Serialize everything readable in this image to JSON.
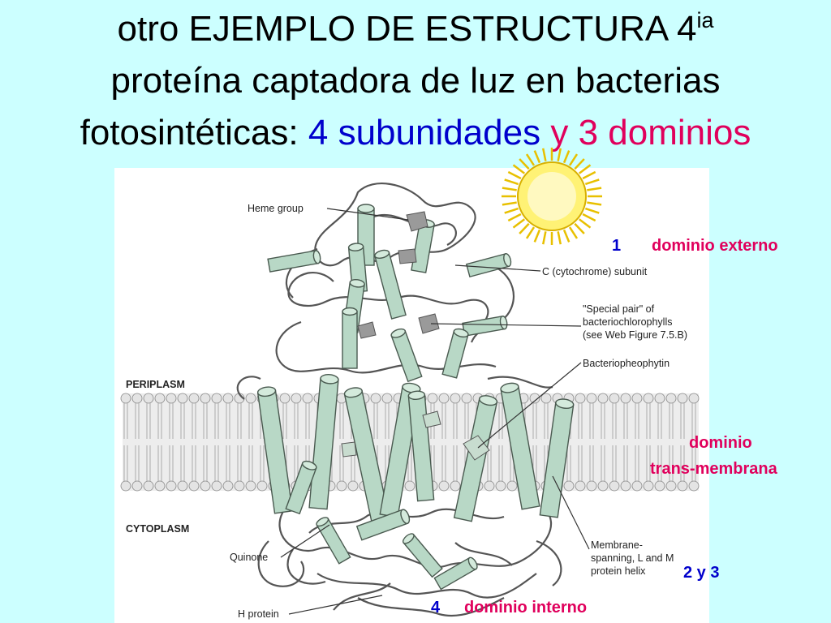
{
  "title": {
    "line1_text": "otro EJEMPLO DE ESTRUCTURA 4",
    "line1_sup": "ia",
    "line2": "proteína captadora de luz en bacterias",
    "line3_black": "fotosintéticas:",
    "line3_blue": "4 subunidades",
    "line3_magenta_y": "y",
    "line3_magenta": "3 dominios"
  },
  "figure": {
    "labels": {
      "heme_group": "Heme group",
      "c_subunit": "C (cytochrome) subunit",
      "special_pair_1": "\"Special pair\" of",
      "special_pair_2": "bacteriochlorophylls",
      "special_pair_3": "(see Web Figure 7.5.B)",
      "bacteriopheophytin": "Bacteriopheophytin",
      "periplasm": "PERIPLASM",
      "cytoplasm": "CYTOPLASM",
      "quinone": "Quinone",
      "membrane_1": "Membrane-",
      "membrane_2": "spanning, L and M",
      "membrane_3": "protein helix",
      "h_protein": "H protein"
    }
  },
  "annotations": {
    "d1_number": "1",
    "d1_text": "dominio externo",
    "tm_line1": "dominio",
    "tm_line2": "trans-membrana",
    "sub_2y3": "2 y 3",
    "d4_number": "4",
    "d4_text": "dominio interno"
  },
  "colors": {
    "background": "#ccffff",
    "blue": "#0000cc",
    "magenta": "#e0005c",
    "helix": "#b8d8c6",
    "helix_stroke": "#4a5a50",
    "pigment": "#909090",
    "membrane": "#e4e4e4",
    "sun": "#ffe01a"
  }
}
